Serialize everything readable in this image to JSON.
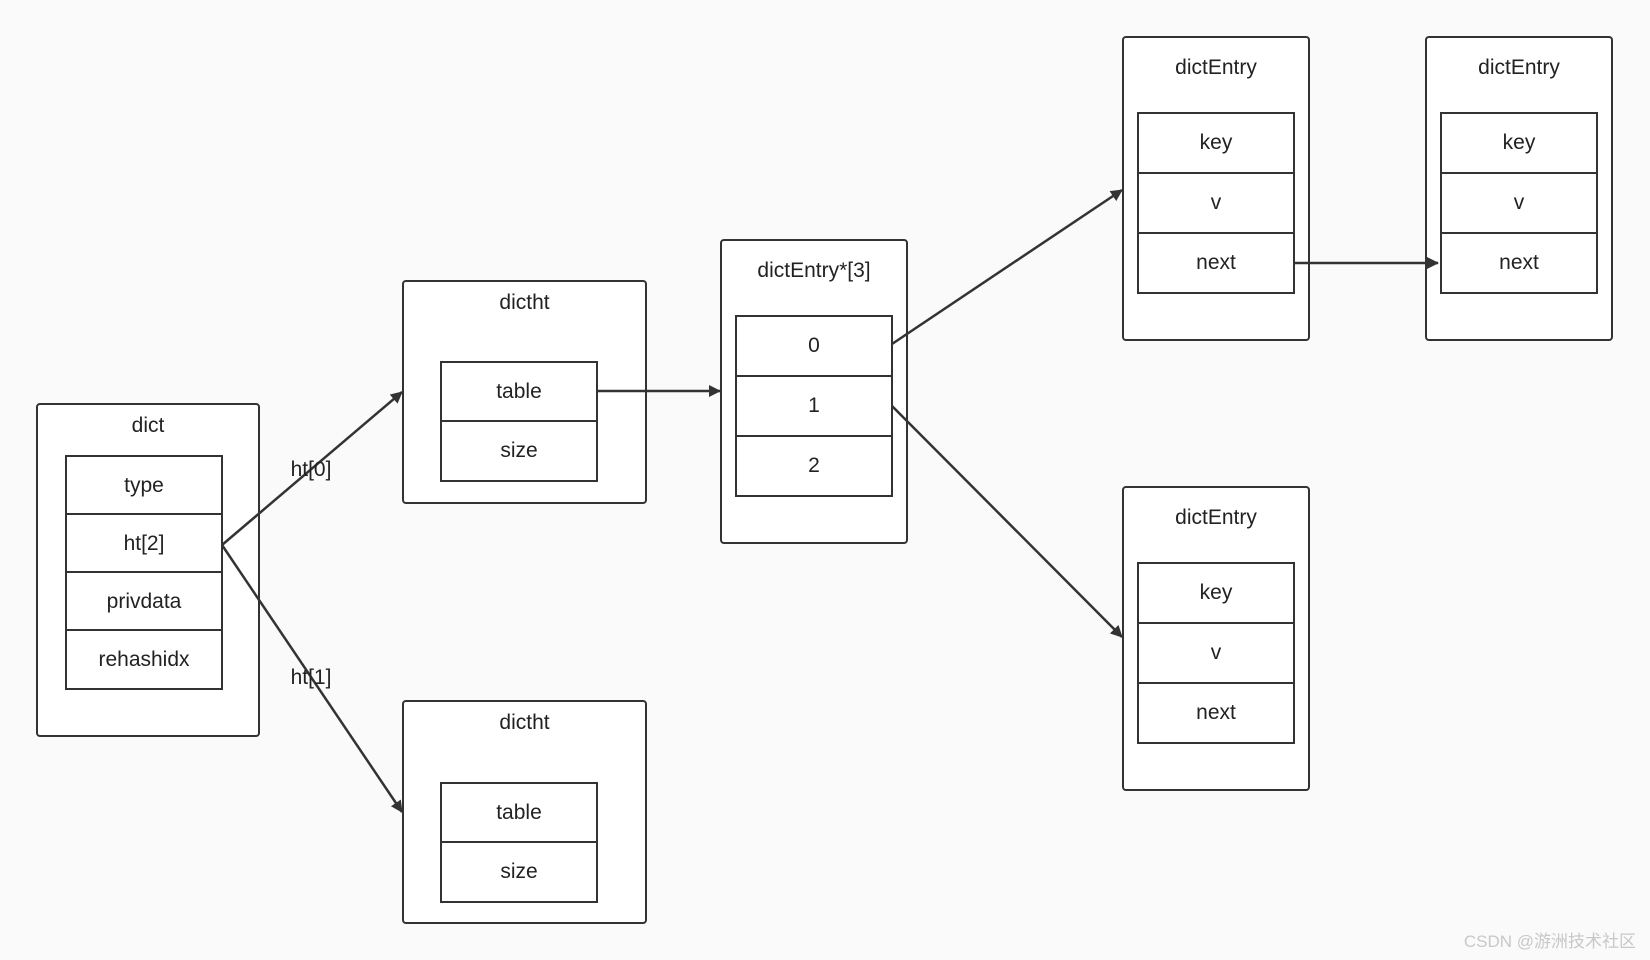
{
  "dict": {
    "title": "dict",
    "fields": [
      "type",
      "ht[2]",
      "privdata",
      "rehashidx"
    ]
  },
  "dictht_0": {
    "title": "dictht",
    "fields": [
      "table",
      "size"
    ]
  },
  "dictht_1": {
    "title": "dictht",
    "fields": [
      "table",
      "size"
    ]
  },
  "table_array": {
    "title": "dictEntry*[3]",
    "slots": [
      "0",
      "1",
      "2"
    ]
  },
  "entry_a": {
    "title": "dictEntry",
    "fields": [
      "key",
      "v",
      "next"
    ]
  },
  "entry_b": {
    "title": "dictEntry",
    "fields": [
      "key",
      "v",
      "next"
    ]
  },
  "entry_c": {
    "title": "dictEntry",
    "fields": [
      "key",
      "v",
      "next"
    ]
  },
  "edges": {
    "ht0_label": "ht[0]",
    "ht1_label": "ht[1]"
  },
  "watermark": "CSDN @游洲技术社区",
  "colors": {
    "stroke": "#333333",
    "background": "#fafafa"
  }
}
